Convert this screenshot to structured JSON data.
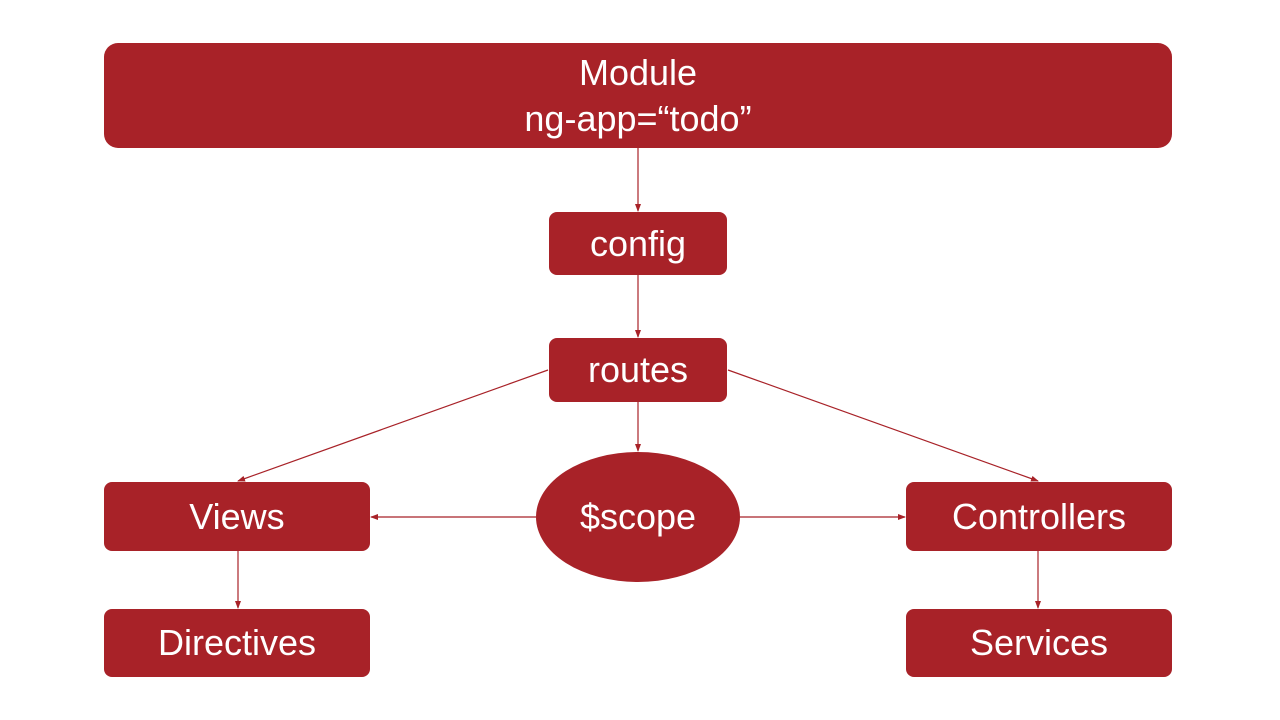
{
  "nodes": {
    "module": {
      "line1": "Module",
      "line2": "ng-app=“todo”"
    },
    "config": {
      "label": "config"
    },
    "routes": {
      "label": "routes"
    },
    "scope": {
      "label": "$scope"
    },
    "views": {
      "label": "Views"
    },
    "controllers": {
      "label": "Controllers"
    },
    "directives": {
      "label": "Directives"
    },
    "services": {
      "label": "Services"
    }
  },
  "colors": {
    "node_fill": "#a82228",
    "node_text": "#ffffff",
    "edge": "#a82228"
  },
  "edges": [
    {
      "from": "module",
      "to": "config"
    },
    {
      "from": "config",
      "to": "routes"
    },
    {
      "from": "routes",
      "to": "scope"
    },
    {
      "from": "routes",
      "to": "views"
    },
    {
      "from": "routes",
      "to": "controllers"
    },
    {
      "from": "scope",
      "to": "views"
    },
    {
      "from": "scope",
      "to": "controllers"
    },
    {
      "from": "views",
      "to": "directives"
    },
    {
      "from": "controllers",
      "to": "services"
    }
  ]
}
